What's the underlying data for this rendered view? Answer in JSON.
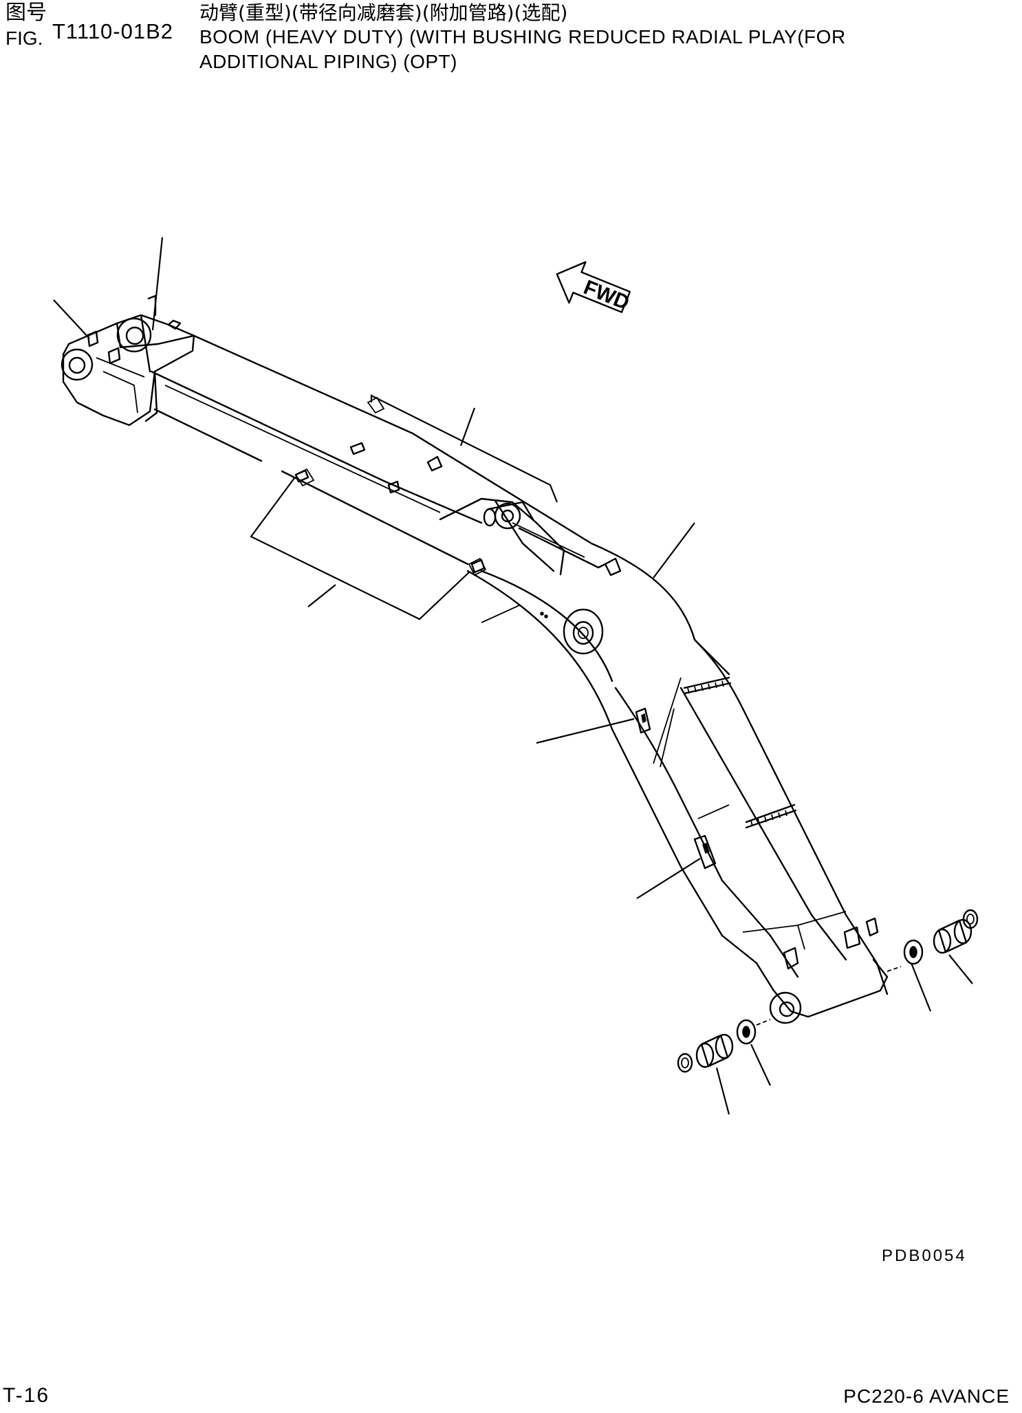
{
  "header": {
    "figure_label_cn": "图号",
    "figure_label_en": "FIG.",
    "figure_number": "T1110-01B2",
    "title_cn": "动臂(重型)(带径向减磨套)(附加管路)(选配)",
    "title_en_line1": "BOOM (HEAVY DUTY) (WITH BUSHING REDUCED RADIAL PLAY(FOR",
    "title_en_line2": "ADDITIONAL PIPING) (OPT)"
  },
  "diagram": {
    "direction_marker": "FWD",
    "reference_code": "PDB0054"
  },
  "footer": {
    "page_number": "T-16",
    "model": "PC220-6 AVANCE"
  }
}
